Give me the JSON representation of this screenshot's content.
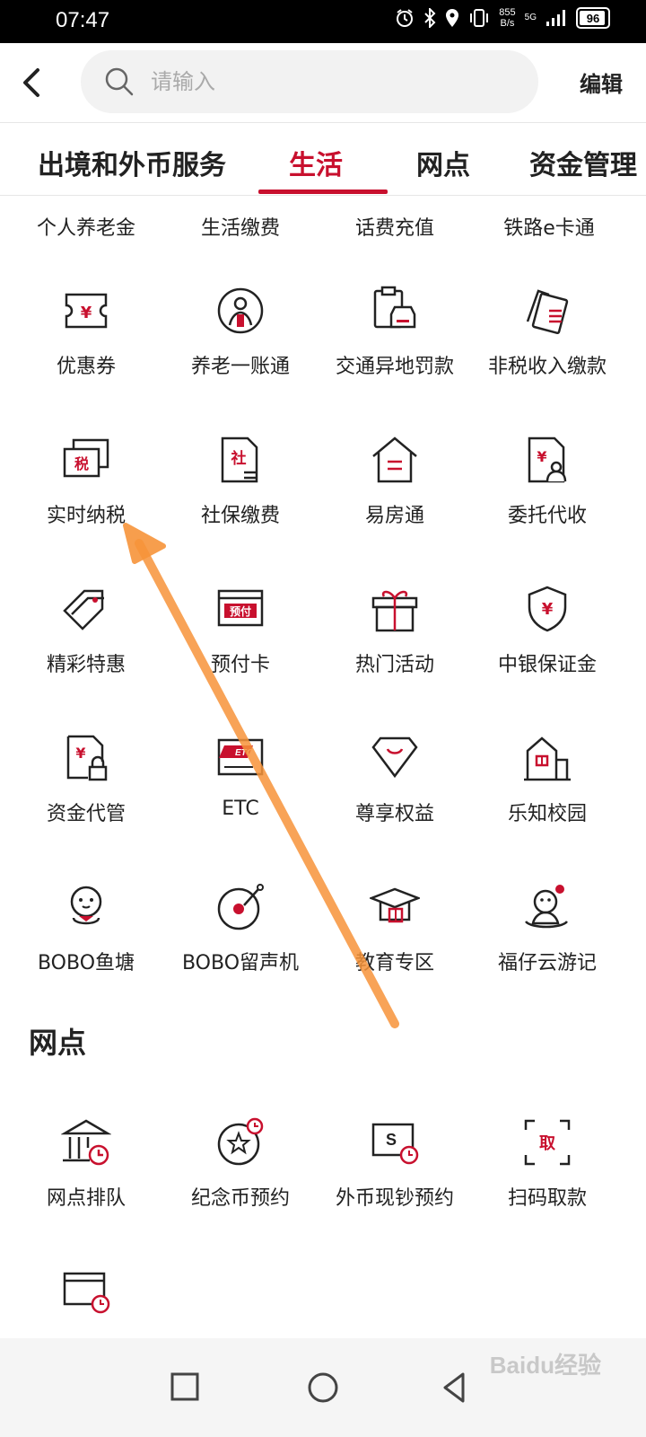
{
  "status_bar": {
    "time": "07:47",
    "net_speed_value": "855",
    "net_speed_unit": "B/s",
    "network": "5G",
    "battery": "96"
  },
  "search": {
    "placeholder": "请输入"
  },
  "header": {
    "edit_label": "编辑"
  },
  "tabs": [
    {
      "label": "出境和外币服务",
      "active": false
    },
    {
      "label": "生活",
      "active": true
    },
    {
      "label": "网点",
      "active": false
    },
    {
      "label": "资金管理",
      "active": false
    }
  ],
  "top_row": [
    "个人养老金",
    "生活缴费",
    "话费充值",
    "铁路e卡通"
  ],
  "grid": [
    {
      "label": "优惠券",
      "icon": "coupon-icon",
      "glyph": "¥"
    },
    {
      "label": "养老一账通",
      "icon": "pension-icon"
    },
    {
      "label": "交通异地罚款",
      "icon": "traffic-fine-icon"
    },
    {
      "label": "非税收入缴款",
      "icon": "non-tax-icon"
    },
    {
      "label": "实时纳税",
      "icon": "tax-icon",
      "glyph": "税"
    },
    {
      "label": "社保缴费",
      "icon": "social-security-icon",
      "glyph": "社"
    },
    {
      "label": "易房通",
      "icon": "house-icon"
    },
    {
      "label": "委托代收",
      "icon": "entrusted-collection-icon",
      "glyph": "¥"
    },
    {
      "label": "精彩特惠",
      "icon": "tag-icon"
    },
    {
      "label": "预付卡",
      "icon": "prepaid-card-icon",
      "glyph": "预付"
    },
    {
      "label": "热门活动",
      "icon": "gift-icon"
    },
    {
      "label": "中银保证金",
      "icon": "shield-icon",
      "glyph": "¥"
    },
    {
      "label": "资金代管",
      "icon": "fund-custody-icon",
      "glyph": "¥"
    },
    {
      "label": "ETC",
      "icon": "etc-icon",
      "glyph": "ETC"
    },
    {
      "label": "尊享权益",
      "icon": "diamond-icon"
    },
    {
      "label": "乐知校园",
      "icon": "school-icon"
    },
    {
      "label": "BOBO鱼塘",
      "icon": "bobo-mascot-icon"
    },
    {
      "label": "BOBO留声机",
      "icon": "record-player-icon"
    },
    {
      "label": "教育专区",
      "icon": "graduation-cap-icon"
    },
    {
      "label": "福仔云游记",
      "icon": "fuzai-mascot-icon"
    }
  ],
  "section": {
    "title": "网点",
    "items": [
      {
        "label": "网点排队",
        "icon": "branch-queue-icon"
      },
      {
        "label": "纪念币预约",
        "icon": "coin-reservation-icon"
      },
      {
        "label": "外币现钞预约",
        "icon": "foreign-cash-icon",
        "glyph": "S"
      },
      {
        "label": "扫码取款",
        "icon": "scan-withdraw-icon",
        "glyph": "取"
      },
      {
        "label": "",
        "icon": "card-clock-icon"
      }
    ]
  },
  "watermark": "Baidu经验",
  "colors": {
    "accent": "#c8102e",
    "arrow": "#f7943a"
  }
}
